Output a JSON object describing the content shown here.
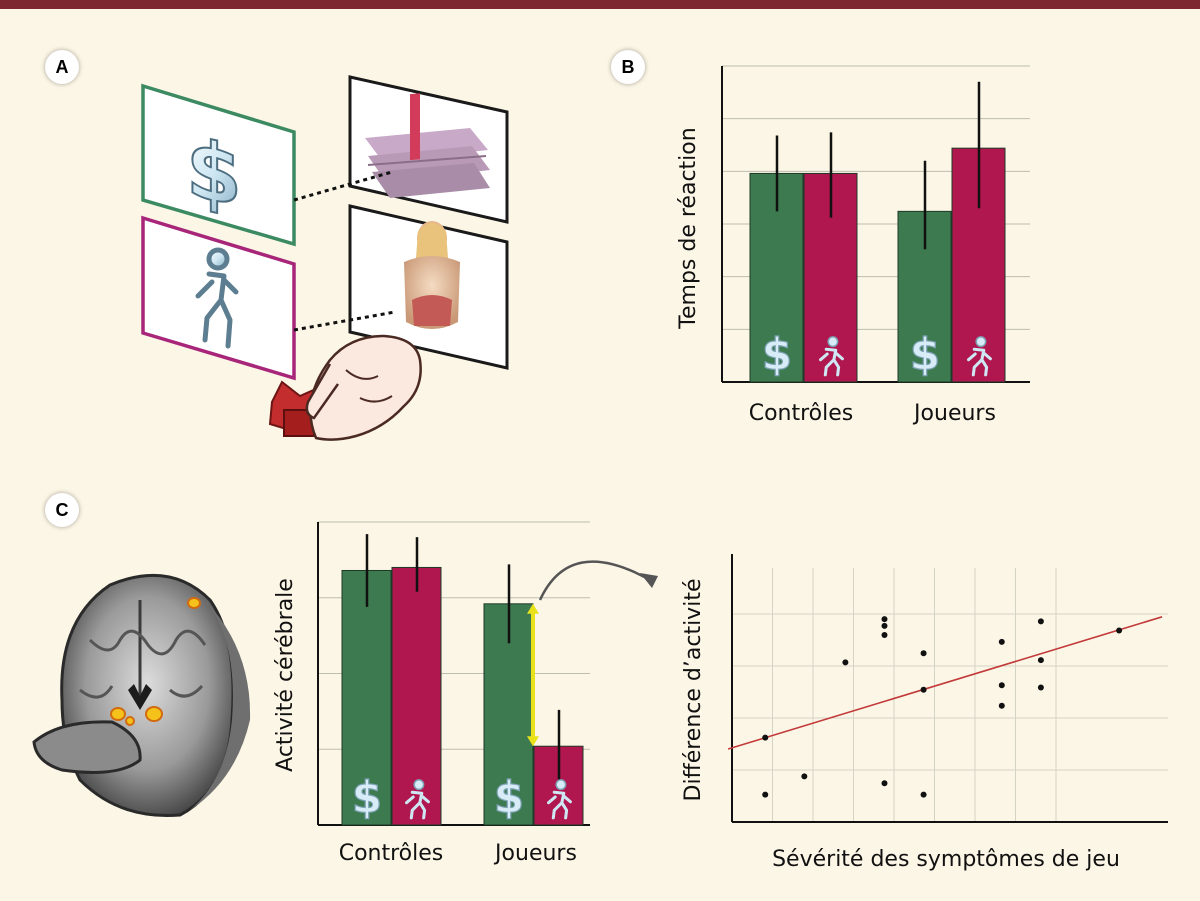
{
  "panels": {
    "a": "A",
    "b": "B",
    "c": "C"
  },
  "colors": {
    "green": "#3d7a4f",
    "red": "#b0174e",
    "frame_green": "#3c8a62",
    "frame_magenta": "#a8267a",
    "top_bar": "#7d2730",
    "background": "#fcf6e6"
  },
  "icons": {
    "money": "dollar-sign-icon",
    "sex": "figure-icon"
  },
  "chart_data": [
    {
      "type": "bar",
      "panel": "B",
      "title": "",
      "ylabel": "Temps de réaction",
      "xlabel": "",
      "categories": [
        "Contrôles",
        "Joueurs"
      ],
      "ylim": [
        0,
        100
      ],
      "grid": true,
      "series": [
        {
          "icon": "dollar-sign-icon",
          "color": "#3d7a4f",
          "values": [
            66,
            54
          ],
          "err_low": [
            54,
            42
          ],
          "err_high": [
            78,
            70
          ]
        },
        {
          "icon": "figure-icon",
          "color": "#b0174e",
          "values": [
            66,
            74
          ],
          "err_low": [
            52,
            55
          ],
          "err_high": [
            79,
            95
          ]
        }
      ]
    },
    {
      "type": "bar",
      "panel": "C",
      "title": "",
      "ylabel": "Activité cérébrale",
      "xlabel": "",
      "categories": [
        "Contrôles",
        "Joueurs"
      ],
      "ylim": [
        0,
        100
      ],
      "grid": true,
      "series": [
        {
          "icon": "dollar-sign-icon",
          "color": "#3d7a4f",
          "values": [
            84,
            73
          ],
          "err_low": [
            72,
            60
          ],
          "err_high": [
            96,
            86
          ]
        },
        {
          "icon": "figure-icon",
          "color": "#b0174e",
          "values": [
            85,
            26
          ],
          "err_low": [
            77,
            15
          ],
          "err_high": [
            95,
            38
          ]
        }
      ]
    },
    {
      "type": "scatter",
      "panel": "C",
      "title": "",
      "xlabel": "Sévérité des symptômes de jeu",
      "ylabel": "Différence d’activité",
      "xlim": [
        0,
        10
      ],
      "ylim": [
        0,
        10
      ],
      "grid": true,
      "points": [
        [
          0.85,
          3.7
        ],
        [
          0.85,
          1.2
        ],
        [
          1.85,
          2.0
        ],
        [
          2.9,
          7.0
        ],
        [
          3.9,
          8.9
        ],
        [
          3.9,
          8.6
        ],
        [
          3.9,
          8.2
        ],
        [
          3.9,
          1.7
        ],
        [
          4.9,
          7.4
        ],
        [
          4.9,
          5.8
        ],
        [
          4.9,
          1.2
        ],
        [
          6.9,
          7.9
        ],
        [
          6.9,
          6.0
        ],
        [
          6.9,
          5.1
        ],
        [
          7.9,
          8.8
        ],
        [
          7.9,
          7.1
        ],
        [
          7.9,
          5.9
        ],
        [
          9.9,
          8.4
        ]
      ],
      "trend": {
        "x": [
          -0.1,
          11.0
        ],
        "y": [
          3.2,
          9.0
        ],
        "color": "#c23a3a"
      }
    }
  ]
}
